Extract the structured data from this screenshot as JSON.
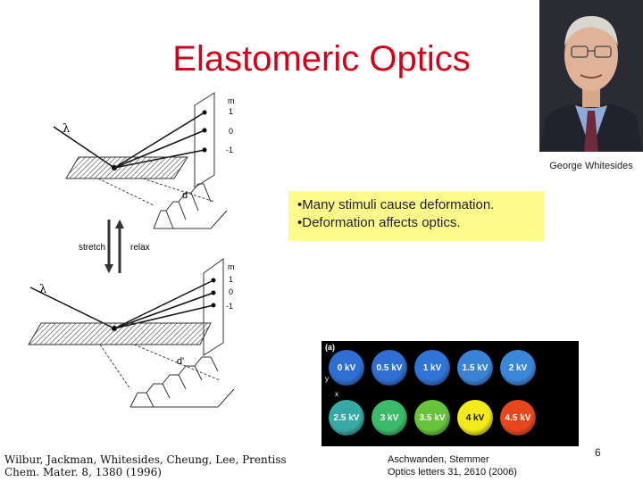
{
  "slide": {
    "title": "Elastomeric Optics",
    "photo_caption": "George Whitesides",
    "page_number": "6"
  },
  "callout": {
    "lines": [
      "•Many stimuli cause deformation.",
      "•Deformation affects optics."
    ],
    "background": "#fdfb8c"
  },
  "diagram": {
    "top": {
      "lambda": "λ",
      "order_label": "m",
      "orders": [
        "1",
        "0",
        "-1"
      ],
      "period_label": "d"
    },
    "middle": {
      "stretch": "stretch",
      "relax": "relax"
    },
    "bottom": {
      "lambda": "λ",
      "order_label": "m",
      "orders": [
        "1",
        "0",
        "-1"
      ],
      "period_label": "d'"
    }
  },
  "grid": {
    "panel_label": "(a)",
    "axis_y": "y",
    "axis_x": "x",
    "cells": [
      {
        "label": "0 kV",
        "color": "#2f6fd3"
      },
      {
        "label": "0.5 kV",
        "color": "#2f6fd3"
      },
      {
        "label": "1 kV",
        "color": "#2f74d6"
      },
      {
        "label": "1.5 kV",
        "color": "#3a82d8"
      },
      {
        "label": "2 kV",
        "color": "#3a86d8"
      },
      {
        "label": "2.5 kV",
        "color": "#36a9a6"
      },
      {
        "label": "3 kV",
        "color": "#3dba6a"
      },
      {
        "label": "3.5 kV",
        "color": "#67c43a"
      },
      {
        "label": "4 kV",
        "color": "#f2ea1a"
      },
      {
        "label": "4.5 kV",
        "color": "#e8471d"
      }
    ]
  },
  "citations": {
    "left": [
      "Wilbur, Jackman, Whitesides, Cheung, Lee, Prentiss",
      "Chem. Mater. 8, 1380 (1996)"
    ],
    "right": [
      "Aschwanden, Stemmer",
      "Optics letters 31, 2610 (2006)"
    ]
  }
}
